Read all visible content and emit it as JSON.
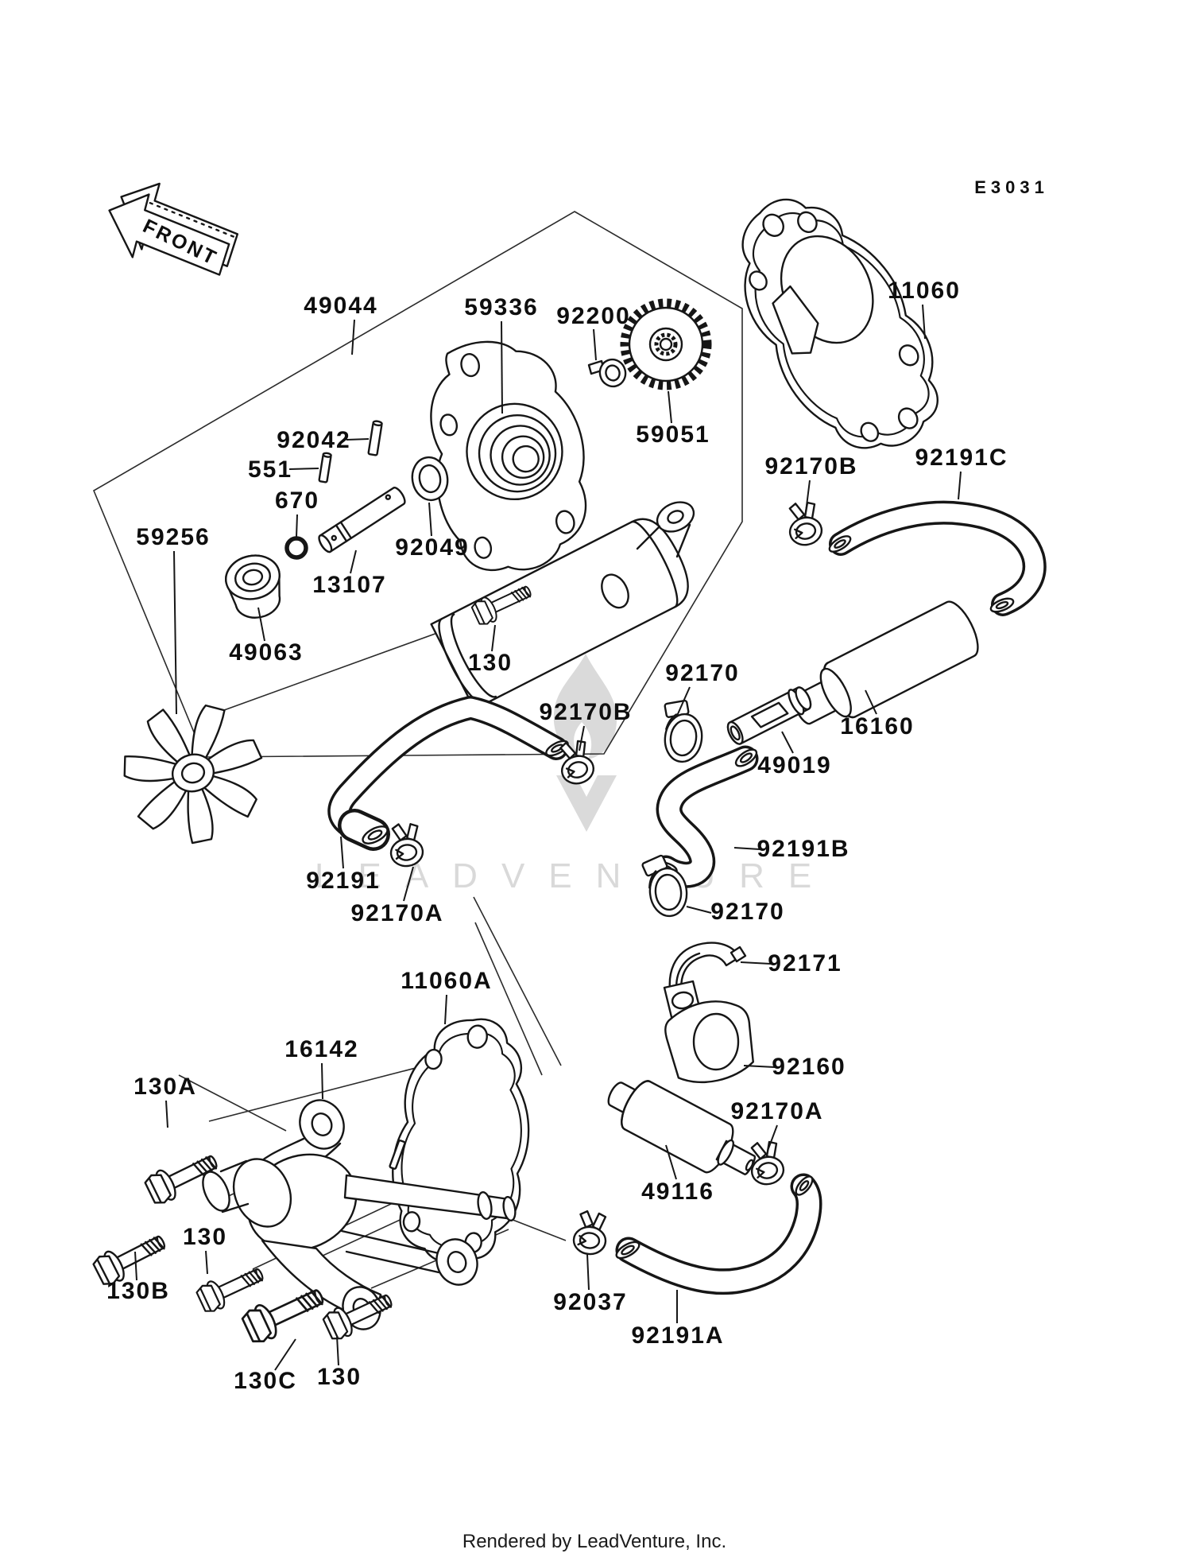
{
  "diagram": {
    "page_code": "E3031",
    "front_marker": "FRONT",
    "watermark_text": "LEADVENTURE",
    "footer": "Rendered by LeadVenture, Inc.",
    "labels": {
      "l49044": "49044",
      "l59336": "59336",
      "l92200": "92200",
      "l11060": "11060",
      "l59051": "59051",
      "l92042": "92042",
      "l551": "551",
      "l670": "670",
      "l59256": "59256",
      "l13107": "13107",
      "l92049": "92049",
      "l49063": "49063",
      "l130_pump": "130",
      "l92170B_top": "92170B",
      "l92191C": "92191C",
      "l92170_spigot": "92170",
      "l92170B_mid": "92170B",
      "l16160": "16160",
      "l49019": "49019",
      "l92191": "92191",
      "l92170A_left": "92170A",
      "l92191B": "92191B",
      "l92170_bracket": "92170",
      "l92171": "92171",
      "l92160": "92160",
      "l11060A": "11060A",
      "l16142": "16142",
      "l130A": "130A",
      "l130B": "130B",
      "l130_mid": "130",
      "l92170A_right": "92170A",
      "l49116": "49116",
      "l92037": "92037",
      "l92191A": "92191A",
      "l130C": "130C",
      "l130_bottom": "130"
    }
  }
}
